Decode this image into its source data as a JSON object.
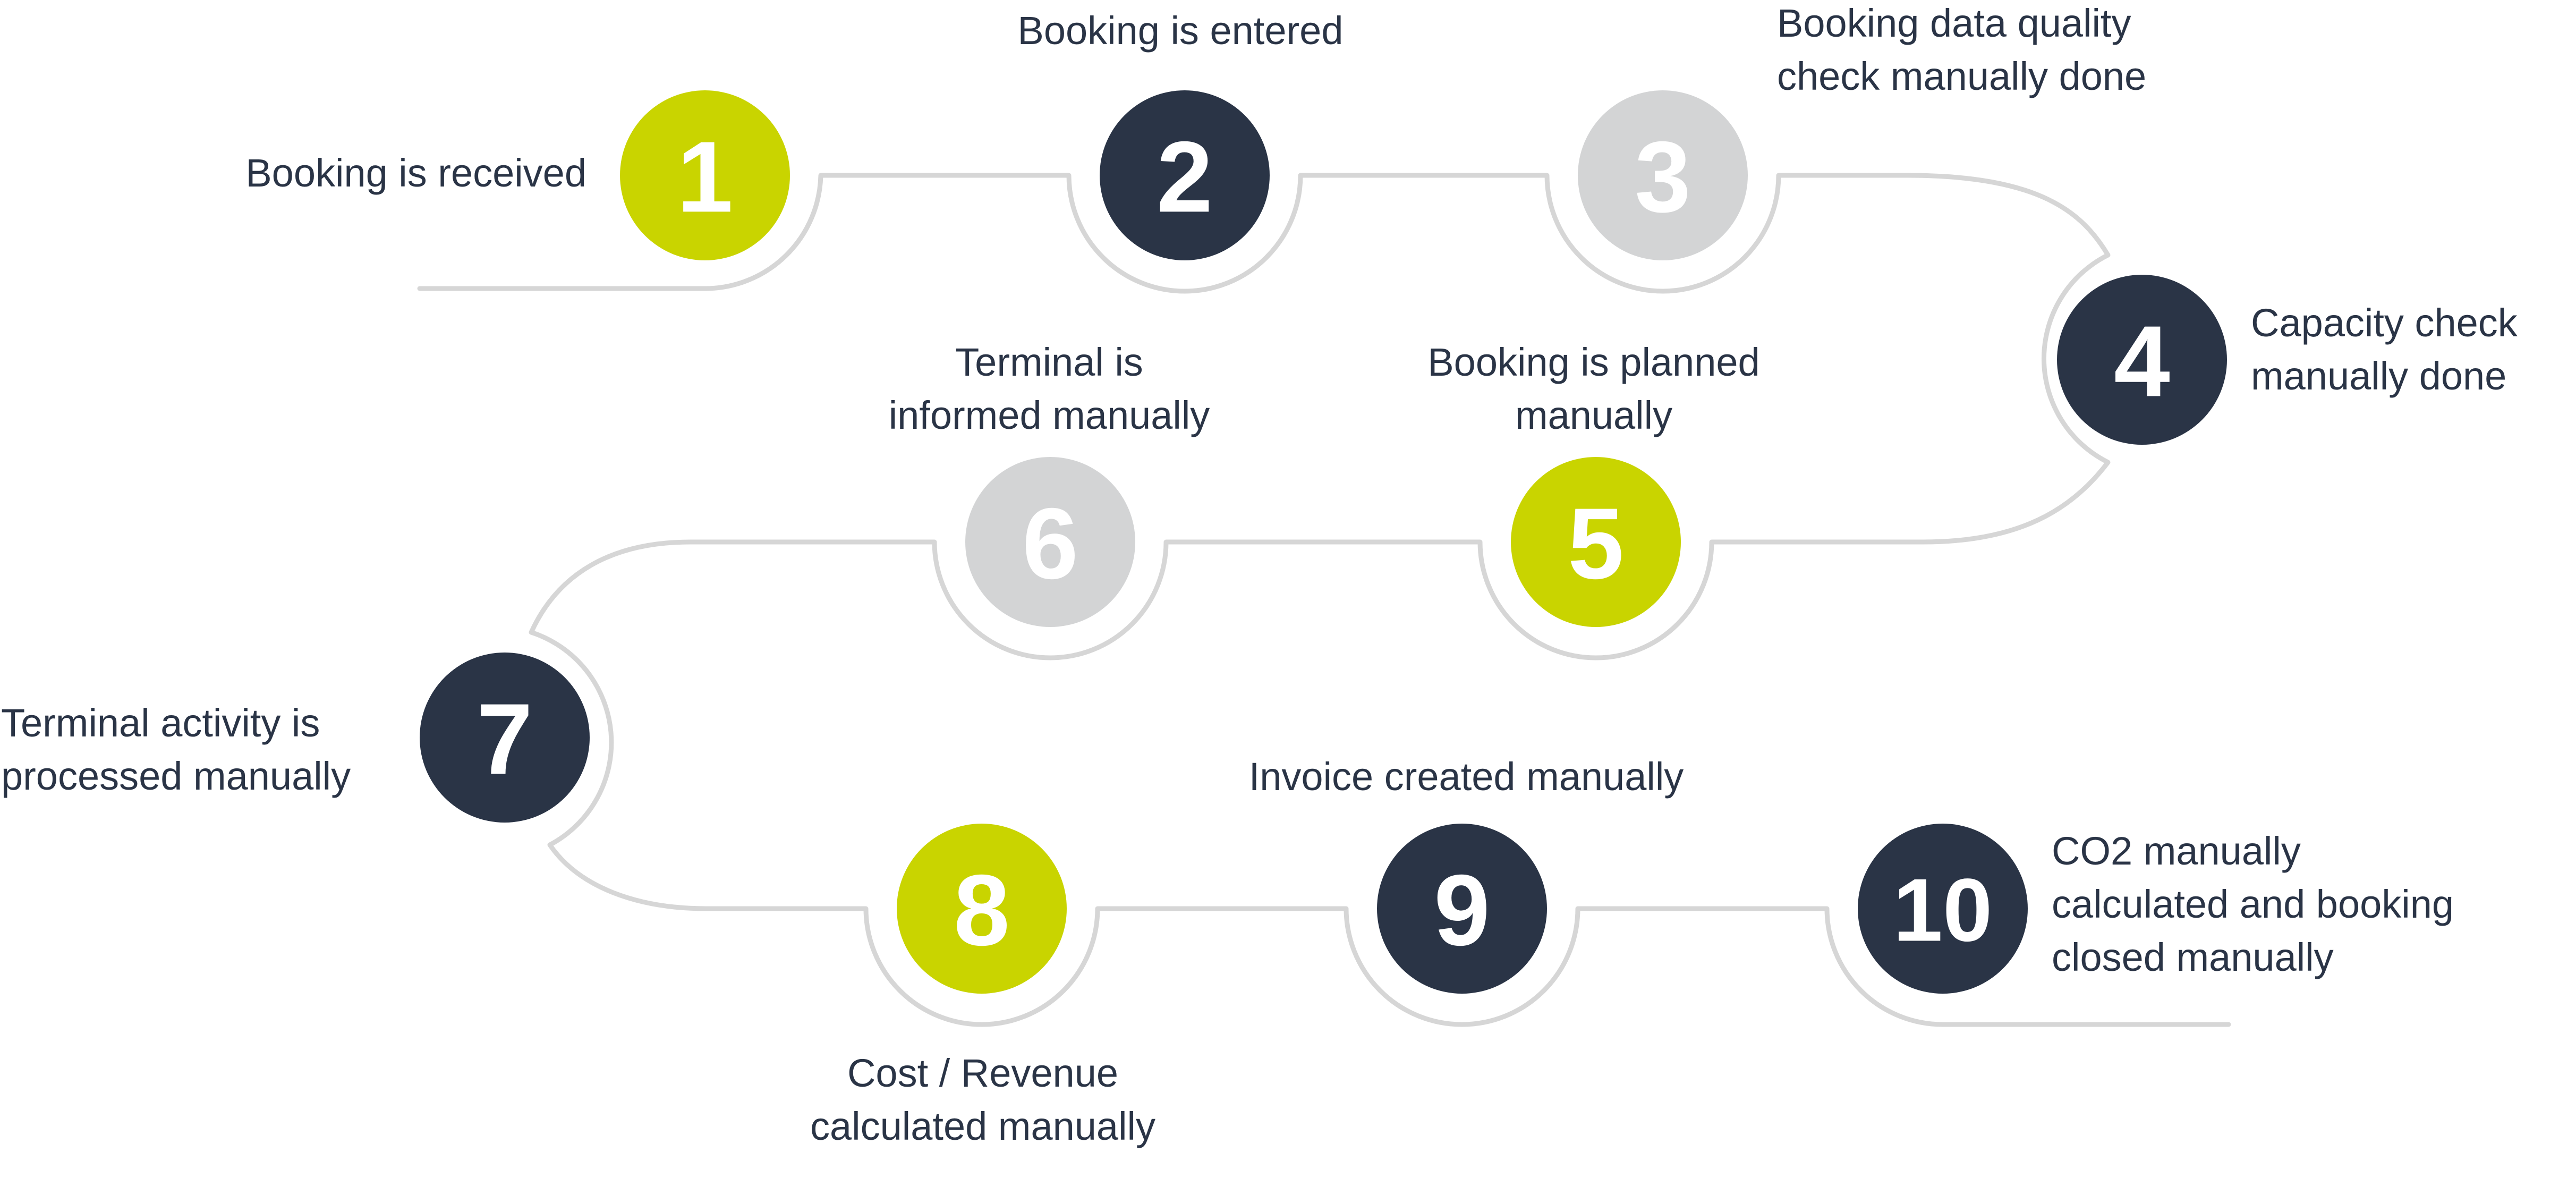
{
  "colors": {
    "dark": "#2a3446",
    "lime": "#c9d400",
    "grey": "#d3d4d5",
    "track": "#d6d6d6",
    "text": "#2a3446"
  },
  "steps": [
    {
      "number": "1",
      "color": "lime",
      "lines": [
        "Booking is received"
      ]
    },
    {
      "number": "2",
      "color": "dark",
      "lines": [
        "Booking is entered"
      ]
    },
    {
      "number": "3",
      "color": "grey",
      "lines": [
        "Booking data quality",
        "check manually done"
      ]
    },
    {
      "number": "4",
      "color": "dark",
      "lines": [
        "Capacity check",
        "manually done"
      ]
    },
    {
      "number": "5",
      "color": "lime",
      "lines": [
        "Booking is planned",
        "manually"
      ]
    },
    {
      "number": "6",
      "color": "grey",
      "lines": [
        "Terminal is",
        "informed manually"
      ]
    },
    {
      "number": "7",
      "color": "dark",
      "lines": [
        "Terminal activity is",
        "processed manually"
      ]
    },
    {
      "number": "8",
      "color": "lime",
      "lines": [
        "Cost / Revenue",
        "calculated manually"
      ]
    },
    {
      "number": "9",
      "color": "dark",
      "lines": [
        "Invoice created manually"
      ]
    },
    {
      "number": "10",
      "color": "dark",
      "lines": [
        "CO2 manually",
        "calculated and booking",
        "closed manually"
      ]
    }
  ]
}
